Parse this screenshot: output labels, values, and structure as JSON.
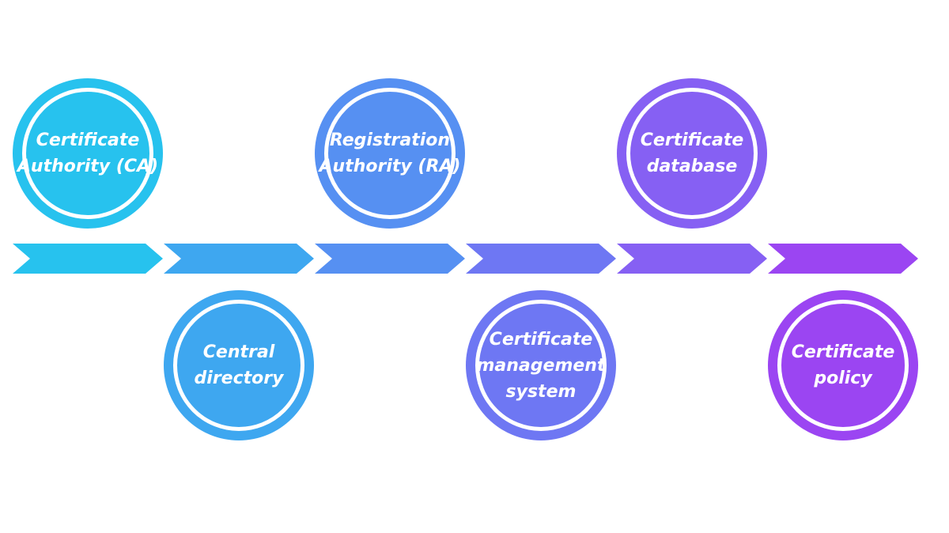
{
  "diagram": {
    "nodes": [
      {
        "label": "Certificate\nAuthority (CA)",
        "color": "#27C2EE"
      },
      {
        "label": "Central\ndirectory",
        "color": "#3EA7F0"
      },
      {
        "label": "Registration\nAuthority (RA)",
        "color": "#5690F2"
      },
      {
        "label": "Certificate\nmanagement\nsystem",
        "color": "#6E77F3"
      },
      {
        "label": "Certificate\ndatabase",
        "color": "#8660F3"
      },
      {
        "label": "Certificate\npolicy",
        "color": "#9B45F2"
      }
    ],
    "arrow_colors": [
      "#27C2EE",
      "#3EA7F0",
      "#5690F2",
      "#6E77F3",
      "#8660F3",
      "#9B45F2"
    ],
    "background": "#FFFFFF"
  }
}
